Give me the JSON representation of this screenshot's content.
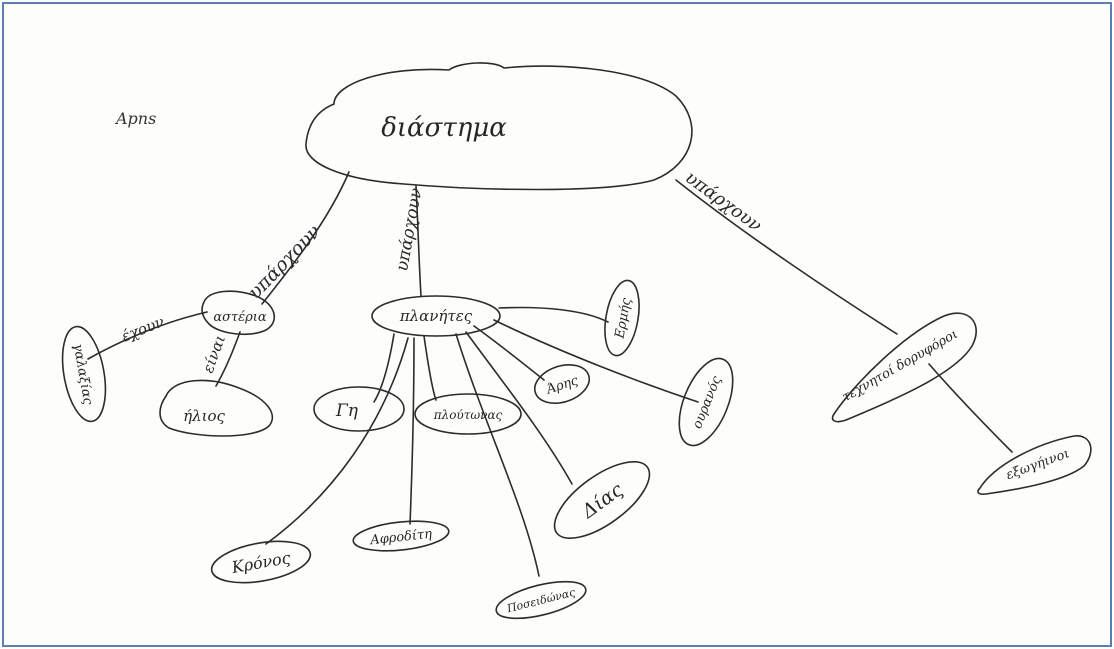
{
  "note": "Apns",
  "central": {
    "label": "διάστημα"
  },
  "edge_labels": {
    "left": "υπάρχουν",
    "middle": "υπάρχουν",
    "right": "υπάρχουν",
    "stars_to_galaxy": "έχουν",
    "stars_to_sun": "είναι"
  },
  "nodes": {
    "planets": "πλανήτες",
    "stars": "αστέρια",
    "galaxy": "γαλαξίας",
    "sun": "ήλιος",
    "earth": "Γη",
    "pluto": "πλούτωνας",
    "mars": "Άρης",
    "uranus": "ουρανός",
    "mercury": "Ερμής",
    "jupiter": "Δίας",
    "neptune": "Ποσειδώνας",
    "venus": "Αφροδίτη",
    "saturn": "Κρόνος",
    "satellites": "τεχνητοί δορυφόροι",
    "extraterrestrials": "εξωγήινοι"
  }
}
